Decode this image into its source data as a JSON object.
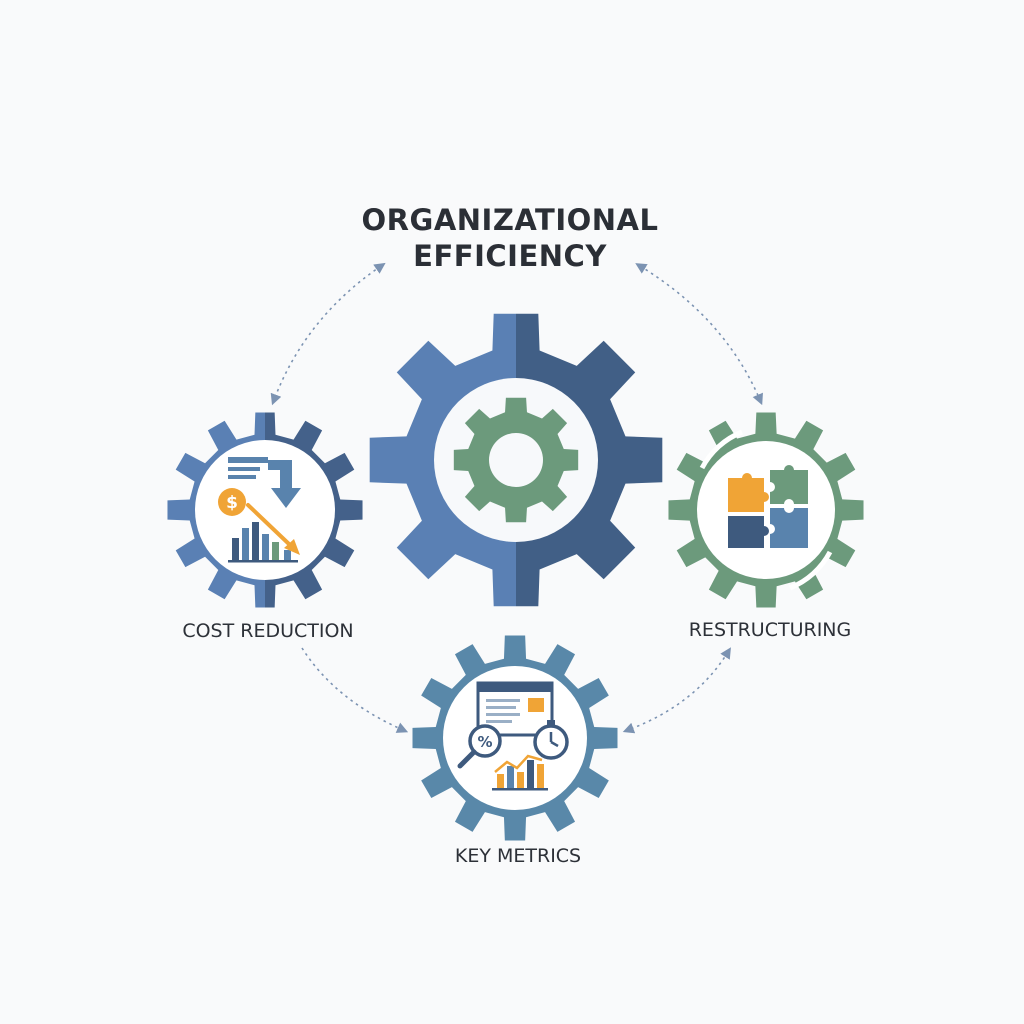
{
  "title": {
    "line1": "ORGANIZATIONAL",
    "line2": "EFFICIENCY"
  },
  "nodes": [
    {
      "id": "cost-reduction",
      "label": "COST REDUCTION",
      "icon": "cost-reduction-icon"
    },
    {
      "id": "restructuring",
      "label": "RESTRUCTURING",
      "icon": "puzzle-pieces-icon"
    },
    {
      "id": "key-metrics",
      "label": "KEY METRICS",
      "icon": "dashboard-metrics-icon"
    }
  ],
  "center": {
    "icon": "central-gear-icon"
  },
  "colors": {
    "blue_light": "#5a80b4",
    "blue_dark": "#415f86",
    "blue_mid": "#5983ad",
    "teal_gear": "#5988a9",
    "green": "#6c9a7c",
    "green_inner": "#73a084",
    "orange": "#f0a436",
    "navy": "#3e5a7e",
    "arrow": "#7c93b2",
    "text": "#2b2f36"
  }
}
